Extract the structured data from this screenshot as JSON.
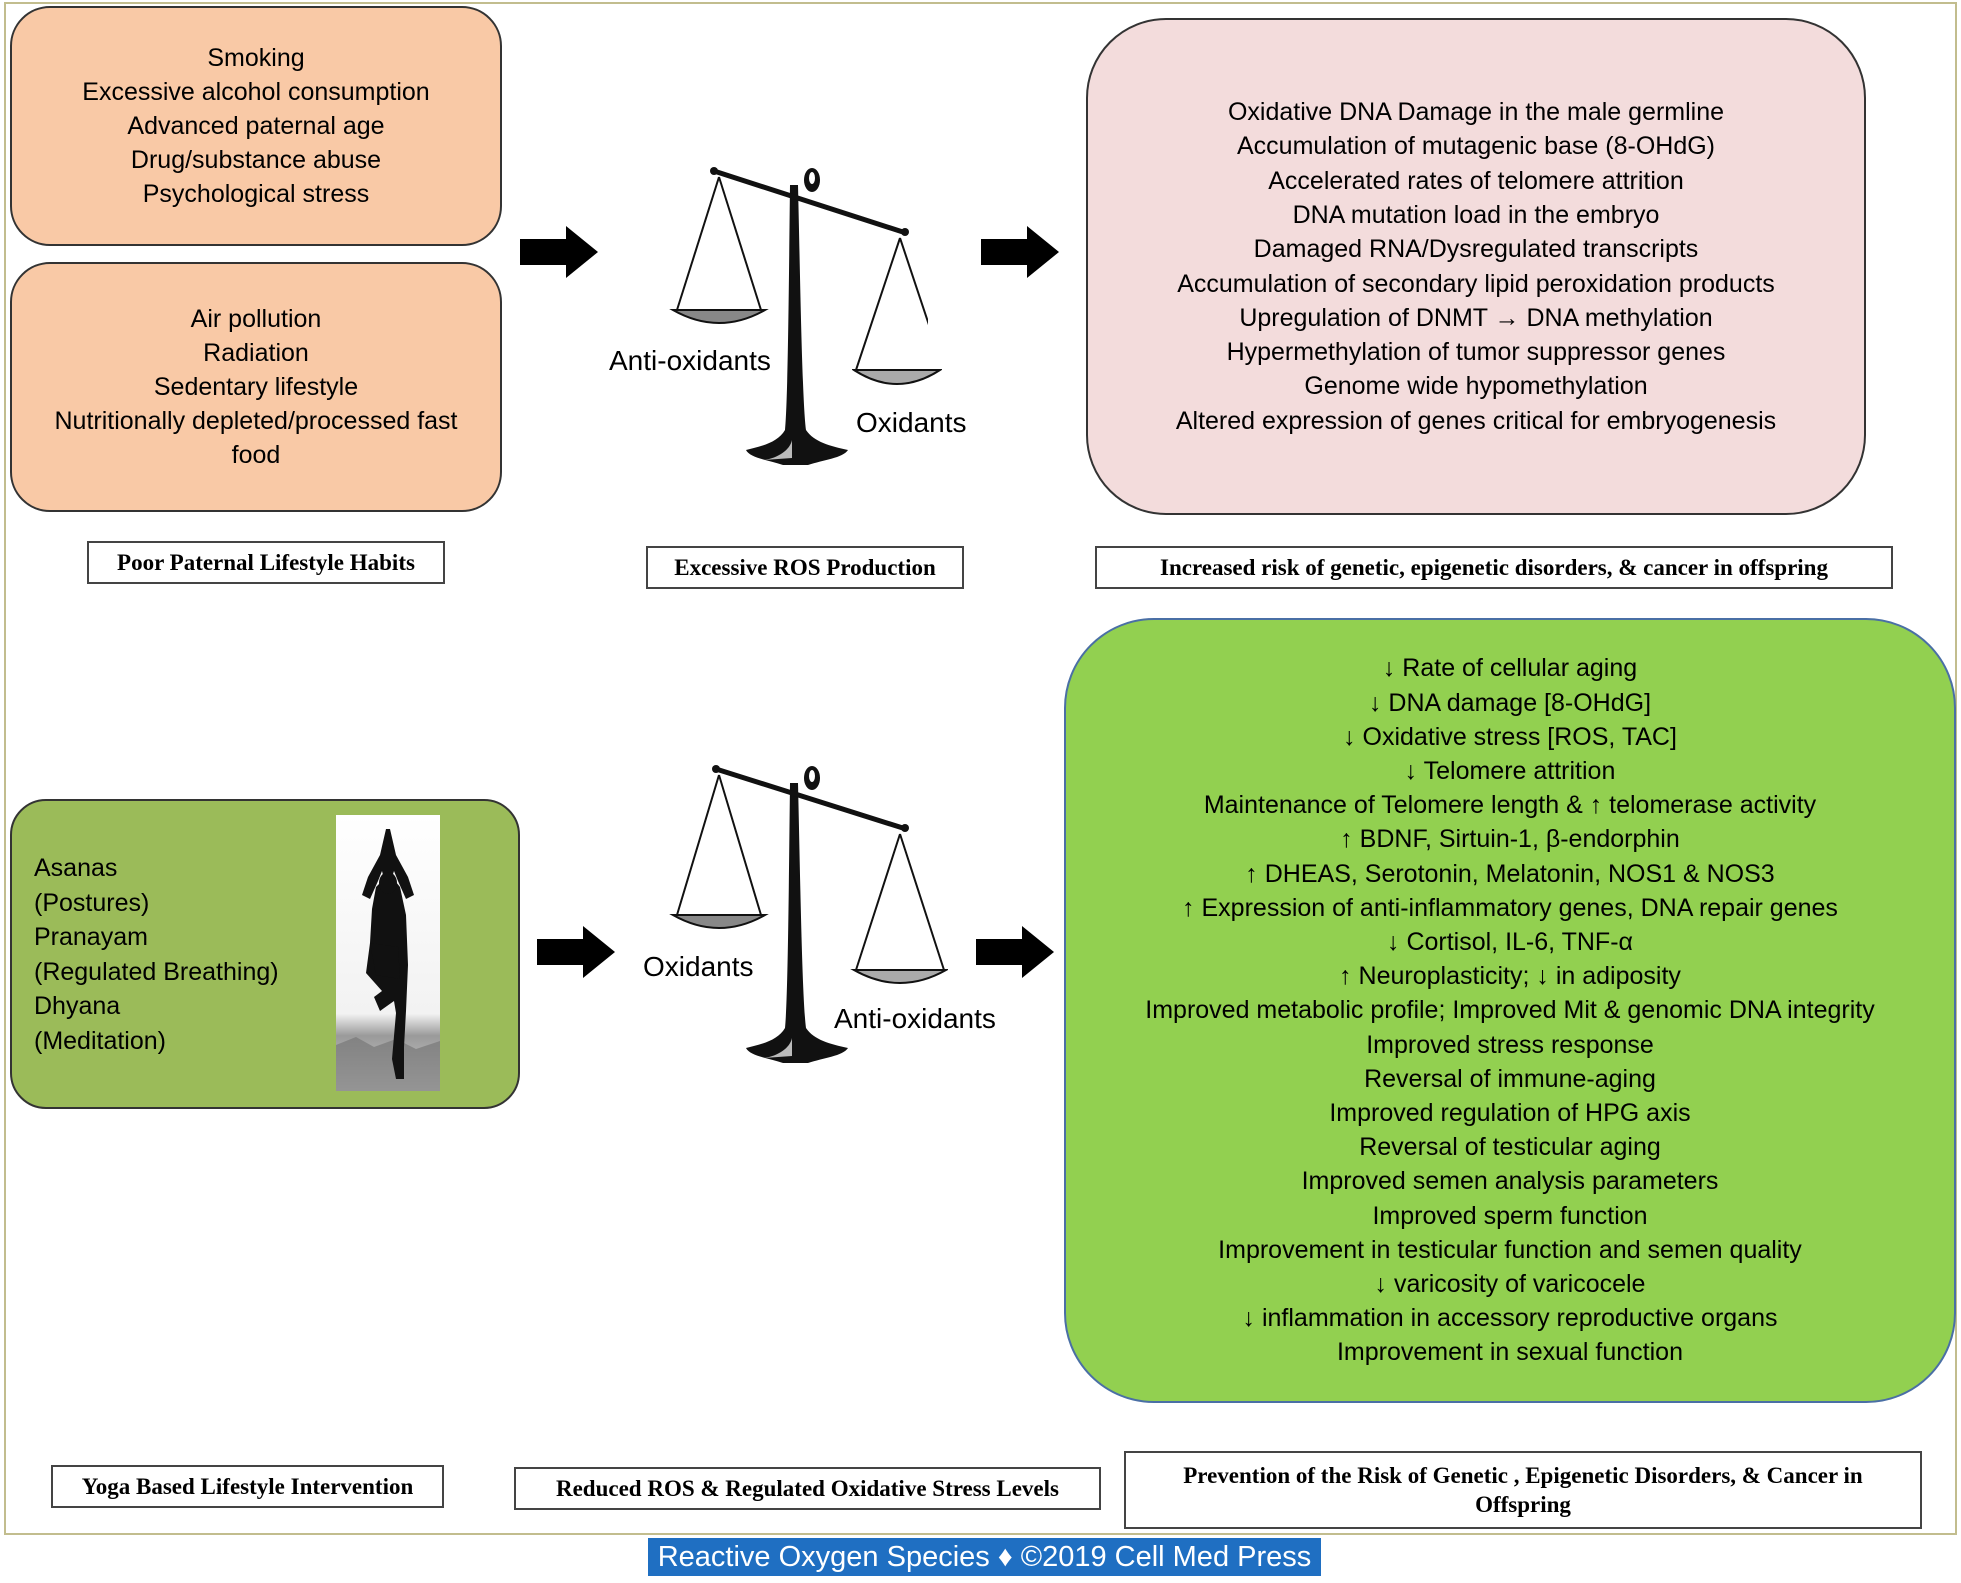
{
  "top": {
    "habits_box": [
      "Smoking",
      "Excessive alcohol consumption",
      "Advanced paternal age",
      "Drug/substance abuse",
      "Psychological stress"
    ],
    "environment_box": [
      "Air pollution",
      "Radiation",
      "Sedentary lifestyle",
      "Nutritionally depleted/processed fast",
      "food"
    ],
    "scale_left": "Anti-oxidants",
    "scale_right": "Oxidants",
    "effects_box": [
      "Oxidative DNA Damage in the male germline",
      "Accumulation of mutagenic base (8-OHdG)",
      "Accelerated rates of  telomere attrition",
      "DNA mutation load in the embryo",
      "Damaged RNA/Dysregulated transcripts",
      "Accumulation of secondary lipid peroxidation products",
      "Upregulation of DNMT → DNA methylation",
      "Hypermethylation of tumor suppressor genes",
      "Genome wide hypomethylation",
      "Altered expression of genes critical for embryogenesis"
    ],
    "caption_left": "Poor Paternal Lifestyle Habits",
    "caption_mid": "Excessive ROS Production",
    "caption_right": "Increased risk of genetic, epigenetic disorders, & cancer in offspring"
  },
  "bottom": {
    "yoga_box": [
      "Asanas",
      "(Postures)",
      "Pranayam",
      "(Regulated Breathing)",
      "Dhyana",
      "(Meditation)"
    ],
    "scale_left": "Oxidants",
    "scale_right": "Anti-oxidants",
    "benefits_box": [
      "↓ Rate of cellular aging",
      "↓ DNA damage  [8-OHdG]",
      "↓ Oxidative stress  [ROS, TAC]",
      "↓ Telomere attrition",
      "Maintenance of Telomere length & ↑ telomerase activity",
      "↑ BDNF, Sirtuin-1, β-endorphin",
      "↑ DHEAS, Serotonin, Melatonin, NOS1 & NOS3",
      "↑ Expression of anti-inflammatory genes, DNA repair genes",
      "↓ Cortisol, IL-6, TNF-α",
      "↑ Neuroplasticity; ↓ in adiposity",
      "Improved metabolic profile; Improved Mit & genomic DNA integrity",
      "Improved stress response",
      "Reversal of immune-aging",
      "Improved regulation of HPG axis",
      "Reversal of testicular aging",
      "Improved semen analysis parameters",
      "Improved sperm function",
      "Improvement in testicular function and semen quality",
      "↓ varicosity of varicocele",
      "↓ inflammation in accessory  reproductive organs",
      "Improvement in sexual function"
    ],
    "caption_left": "Yoga Based Lifestyle Intervention",
    "caption_mid": "Reduced ROS & Regulated Oxidative Stress Levels",
    "caption_right": "Prevention of the Risk of Genetic , Epigenetic Disorders, & Cancer in Offspring"
  },
  "footer": "Reactive Oxygen Species ♦ ©2019 Cell Med Press",
  "colors": {
    "orange_box": "#f9c9a6",
    "pink_box": "#f3dcdc",
    "olive_box": "#9bbb59",
    "green_box": "#92d050",
    "footer_bg": "#1f6fc2"
  }
}
